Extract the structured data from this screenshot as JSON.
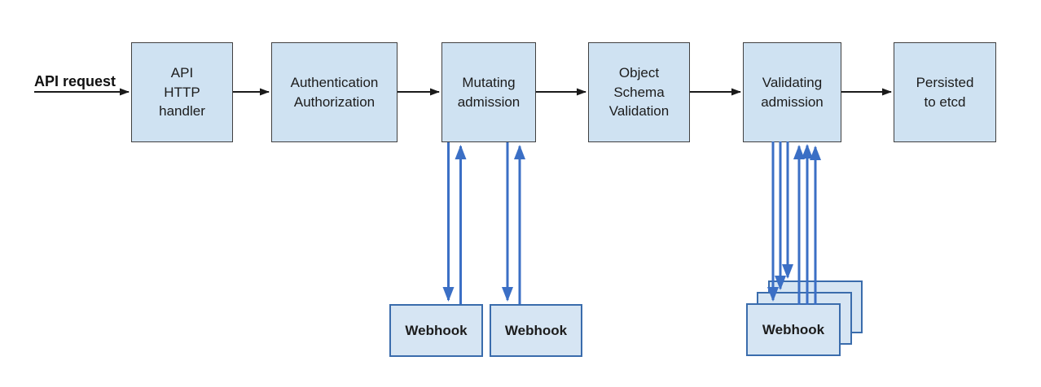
{
  "diagram": {
    "input_label": "API request",
    "nodes": [
      {
        "id": "api-http-handler",
        "label": "API\nHTTP\nhandler"
      },
      {
        "id": "authentication-authorization",
        "label": "Authentication\nAuthorization"
      },
      {
        "id": "mutating-admission",
        "label": "Mutating\nadmission"
      },
      {
        "id": "object-schema-validation",
        "label": "Object\nSchema\nValidation"
      },
      {
        "id": "validating-admission",
        "label": "Validating\nadmission"
      },
      {
        "id": "persisted-to-etcd",
        "label": "Persisted\nto etcd"
      }
    ],
    "mutating_webhooks": {
      "count": 2,
      "label": "Webhook"
    },
    "validating_webhooks": {
      "count": 3,
      "label": "Webhook"
    },
    "edges": [
      {
        "from": "API request",
        "to": "API HTTP handler",
        "type": "flow"
      },
      {
        "from": "API HTTP handler",
        "to": "Authentication Authorization",
        "type": "flow"
      },
      {
        "from": "Authentication Authorization",
        "to": "Mutating admission",
        "type": "flow"
      },
      {
        "from": "Mutating admission",
        "to": "Object Schema Validation",
        "type": "flow"
      },
      {
        "from": "Object Schema Validation",
        "to": "Validating admission",
        "type": "flow"
      },
      {
        "from": "Validating admission",
        "to": "Persisted to etcd",
        "type": "flow"
      },
      {
        "from": "Mutating admission",
        "to": "Webhook",
        "type": "webhook-call",
        "bidirectional": true
      },
      {
        "from": "Validating admission",
        "to": "Webhook",
        "type": "webhook-call",
        "bidirectional": true
      }
    ],
    "colors": {
      "node_fill": "#cfe2f2",
      "node_border": "#404040",
      "webhook_fill": "#d6e5f3",
      "webhook_border": "#3a6cac",
      "flow_arrow": "#1a1a1a",
      "webhook_arrow": "#3b6fc5",
      "text": "#1c1c1c",
      "background": "#ffffff"
    }
  }
}
